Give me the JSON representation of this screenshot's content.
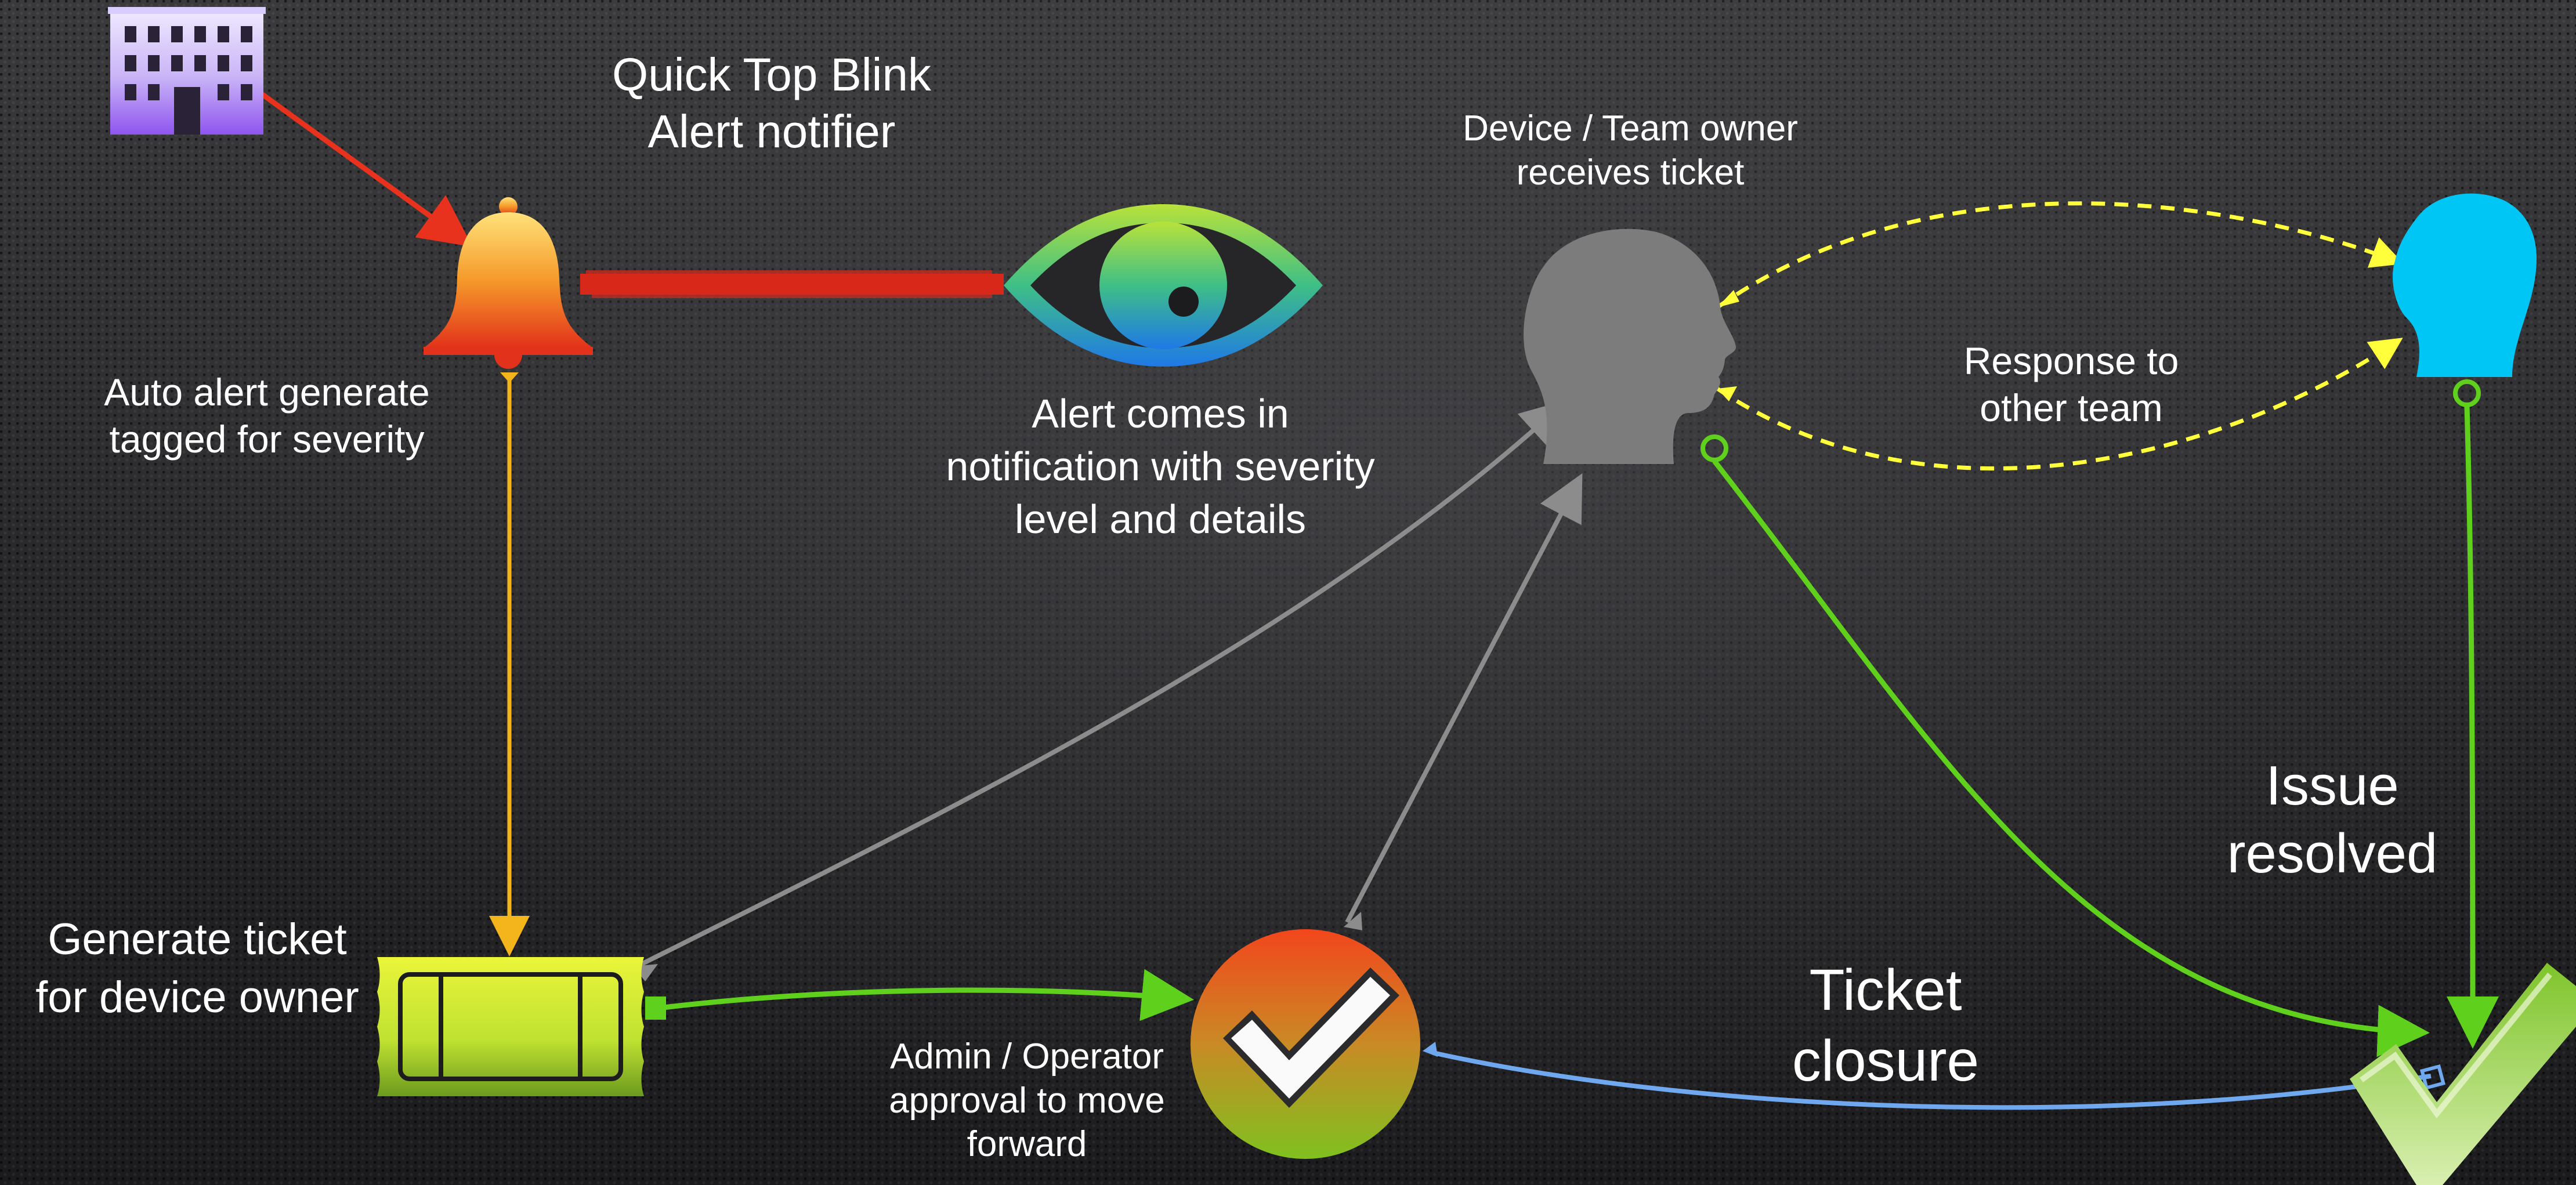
{
  "labels": {
    "quick_top_blink_line1": "Quick Top Blink",
    "quick_top_blink_line2": "Alert notifier",
    "auto_alert_line1": "Auto alert generate",
    "auto_alert_line2": "tagged for severity",
    "alert_comes_line1": "Alert comes in",
    "alert_comes_line2": "notification with severity",
    "alert_comes_line3": "level and details",
    "device_owner_line1": "Device / Team owner",
    "device_owner_line2": "receives ticket",
    "response_line1": "Response to",
    "response_line2": "other team",
    "generate_ticket_line1": "Generate ticket",
    "generate_ticket_line2": "for device owner",
    "admin_line1": "Admin / Operator",
    "admin_line2": "approval to move",
    "admin_line3": "forward",
    "ticket_closure_line1": "Ticket",
    "ticket_closure_line2": "closure",
    "issue_resolved_line1": "Issue",
    "issue_resolved_line2": "resolved"
  },
  "colors": {
    "red_arrow": "#e8321e",
    "orange_arrow": "#f4b41c",
    "gray_arrow": "#8c8c8c",
    "green_arrow": "#5fd11c",
    "blue_arrow": "#6fa8ef",
    "yellow_dashed": "#ffff3c",
    "gray_head": "#7c7c7c",
    "cyan_head": "#00c6f5",
    "building": "#b08cf0"
  },
  "icons": [
    "building-icon",
    "bell-icon",
    "eye-icon",
    "gray-head-icon",
    "cyan-head-icon",
    "ticket-icon",
    "approval-check-icon",
    "resolved-check-icon"
  ]
}
